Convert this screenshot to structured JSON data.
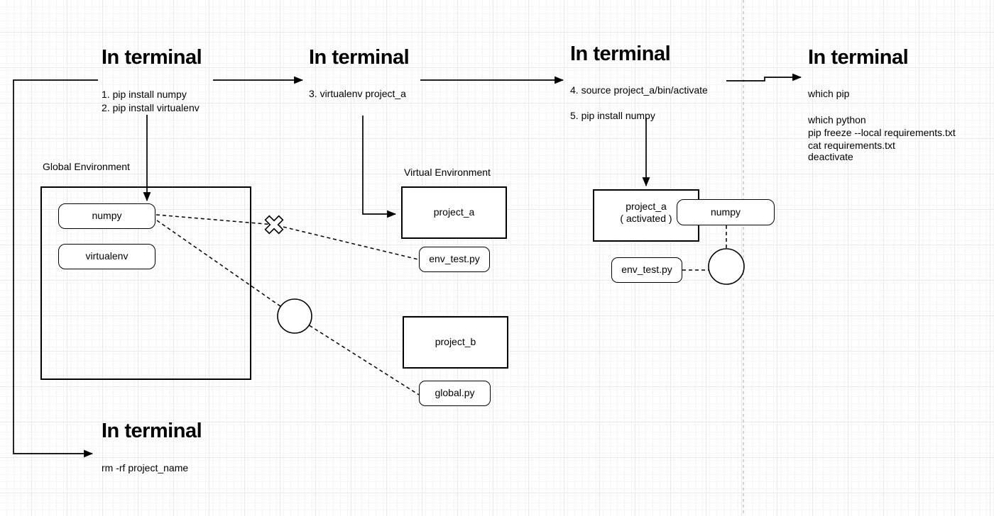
{
  "canvas": {
    "background": "#ffffff",
    "grid_minor_color": "#f6f6f6",
    "grid_major_color": "#e9e9e9",
    "stroke_color": "#000000",
    "divider_color": "#b9b9b9"
  },
  "sections": [
    {
      "heading": "In terminal",
      "lines": [
        "1. pip install numpy",
        "2. pip install virtualenv"
      ]
    },
    {
      "heading": "In terminal",
      "lines": [
        "3. virtualenv project_a"
      ]
    },
    {
      "heading": "In terminal",
      "lines": [
        "4. source project_a/bin/activate",
        "5. pip install numpy"
      ]
    },
    {
      "heading": "In terminal",
      "lines": [
        "which pip",
        "which python",
        "pip freeze --local requirements.txt",
        "cat requirements.txt",
        "deactivate"
      ]
    },
    {
      "heading": "In terminal",
      "lines": [
        "rm -rf project_name"
      ]
    }
  ],
  "environments": {
    "global_label": "Global Environment",
    "virtual_label": "Virtual Environment"
  },
  "nodes": {
    "numpy_global": "numpy",
    "virtualenv_global": "virtualenv",
    "project_a": "project_a",
    "env_test_a": "env_test.py",
    "project_b": "project_b",
    "global_py": "global.py",
    "project_a_activated": "project_a",
    "project_a_activated_sub": "( activated )",
    "numpy_venv": "numpy",
    "env_test_venv": "env_test.py"
  },
  "icons": {
    "x_marker": "broken-link-x",
    "circle_marker_left": "link-circle",
    "circle_marker_right": "link-circle"
  }
}
